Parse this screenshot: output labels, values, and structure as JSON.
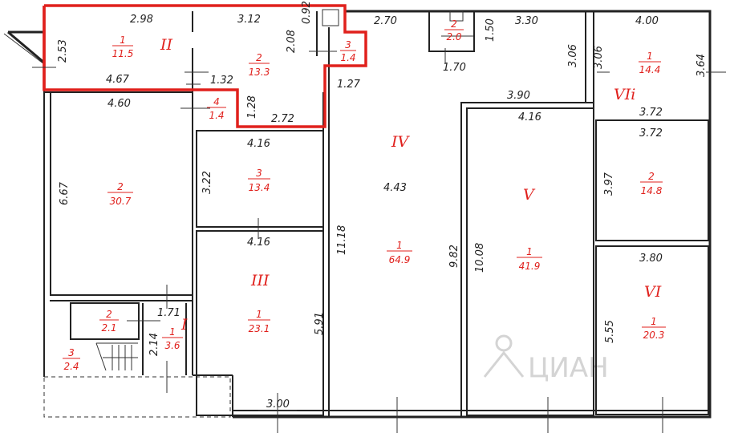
{
  "plan": {
    "dimensions": {
      "d_298": "2.98",
      "d_312": "3.12",
      "d_092": "0.92",
      "d_270": "2.70",
      "d_330": "3.30",
      "d_400": "4.00",
      "d_253": "2.53",
      "d_208": "2.08",
      "d_150": "1.50",
      "d_306a": "3.06",
      "d_306b": "3.06",
      "d_364": "3.64",
      "d_170": "1.70",
      "d_467": "4.67",
      "d_132": "1.32",
      "d_127": "1.27",
      "d_390": "3.90",
      "d_460": "4.60",
      "d_128": "1.28",
      "d_272": "2.72",
      "d_416a": "4.16",
      "d_372a": "3.72",
      "d_372b": "3.72",
      "d_416b": "4.16",
      "d_322": "3.22",
      "d_443": "4.43",
      "d_397": "3.97",
      "d_667": "6.67",
      "d_416c": "4.16",
      "d_1118": "11.18",
      "d_982": "9.82",
      "d_1008": "10.08",
      "d_380": "3.80",
      "d_171": "1.71",
      "d_591": "5.91",
      "d_214": "2.14",
      "d_555": "5.55",
      "d_300": "3.00"
    },
    "rooms": [
      {
        "num": "1",
        "area": "11.5"
      },
      {
        "num": "2",
        "area": "13.3"
      },
      {
        "num": "3",
        "area": "1.4"
      },
      {
        "num": "2",
        "area": "2.0"
      },
      {
        "num": "1",
        "area": "14.4"
      },
      {
        "num": "4",
        "area": "1.4"
      },
      {
        "num": "2",
        "area": "30.7"
      },
      {
        "num": "3",
        "area": "13.4"
      },
      {
        "num": "2",
        "area": "14.8"
      },
      {
        "num": "1",
        "area": "64.9"
      },
      {
        "num": "1",
        "area": "41.9"
      },
      {
        "num": "1",
        "area": "23.1"
      },
      {
        "num": "2",
        "area": "2.1"
      },
      {
        "num": "1",
        "area": "3.6"
      },
      {
        "num": "3",
        "area": "2.4"
      },
      {
        "num": "1",
        "area": "20.3"
      }
    ],
    "sections": {
      "s1": "I",
      "s2": "II",
      "s3": "III",
      "s4": "IV",
      "s5": "V",
      "s6": "VI",
      "s7": "VIi"
    },
    "watermark": "ЦИАН",
    "colors": {
      "highlight": "#e0201c",
      "walls": "#222222"
    }
  }
}
